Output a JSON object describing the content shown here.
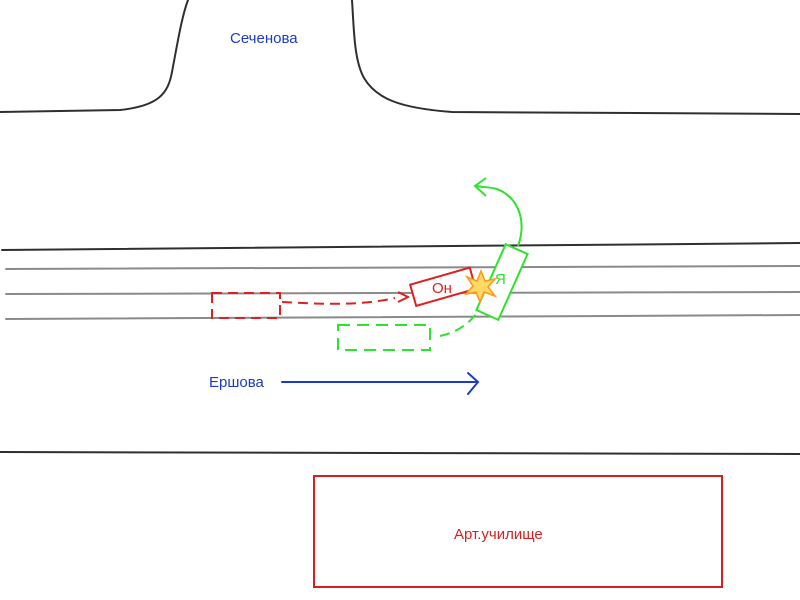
{
  "labels": {
    "top_street": "Сеченова",
    "main_street": "Ершова",
    "building": "Арт.училище",
    "car_other": "Он",
    "car_me": "Я"
  },
  "colors": {
    "road_edge": "#2f2f2f",
    "lane_line": "#8a8a8a",
    "street_label": "#1a3cc8",
    "direction_arrow": "#1a3cc8",
    "car_other": "#e02020",
    "car_me": "#2fe22f",
    "impact": "#ff9a1a",
    "building_outline": "#d42020",
    "building_label": "#d42020"
  },
  "icons": {
    "impact": "collision-star-icon",
    "direction": "arrow-right-icon"
  }
}
